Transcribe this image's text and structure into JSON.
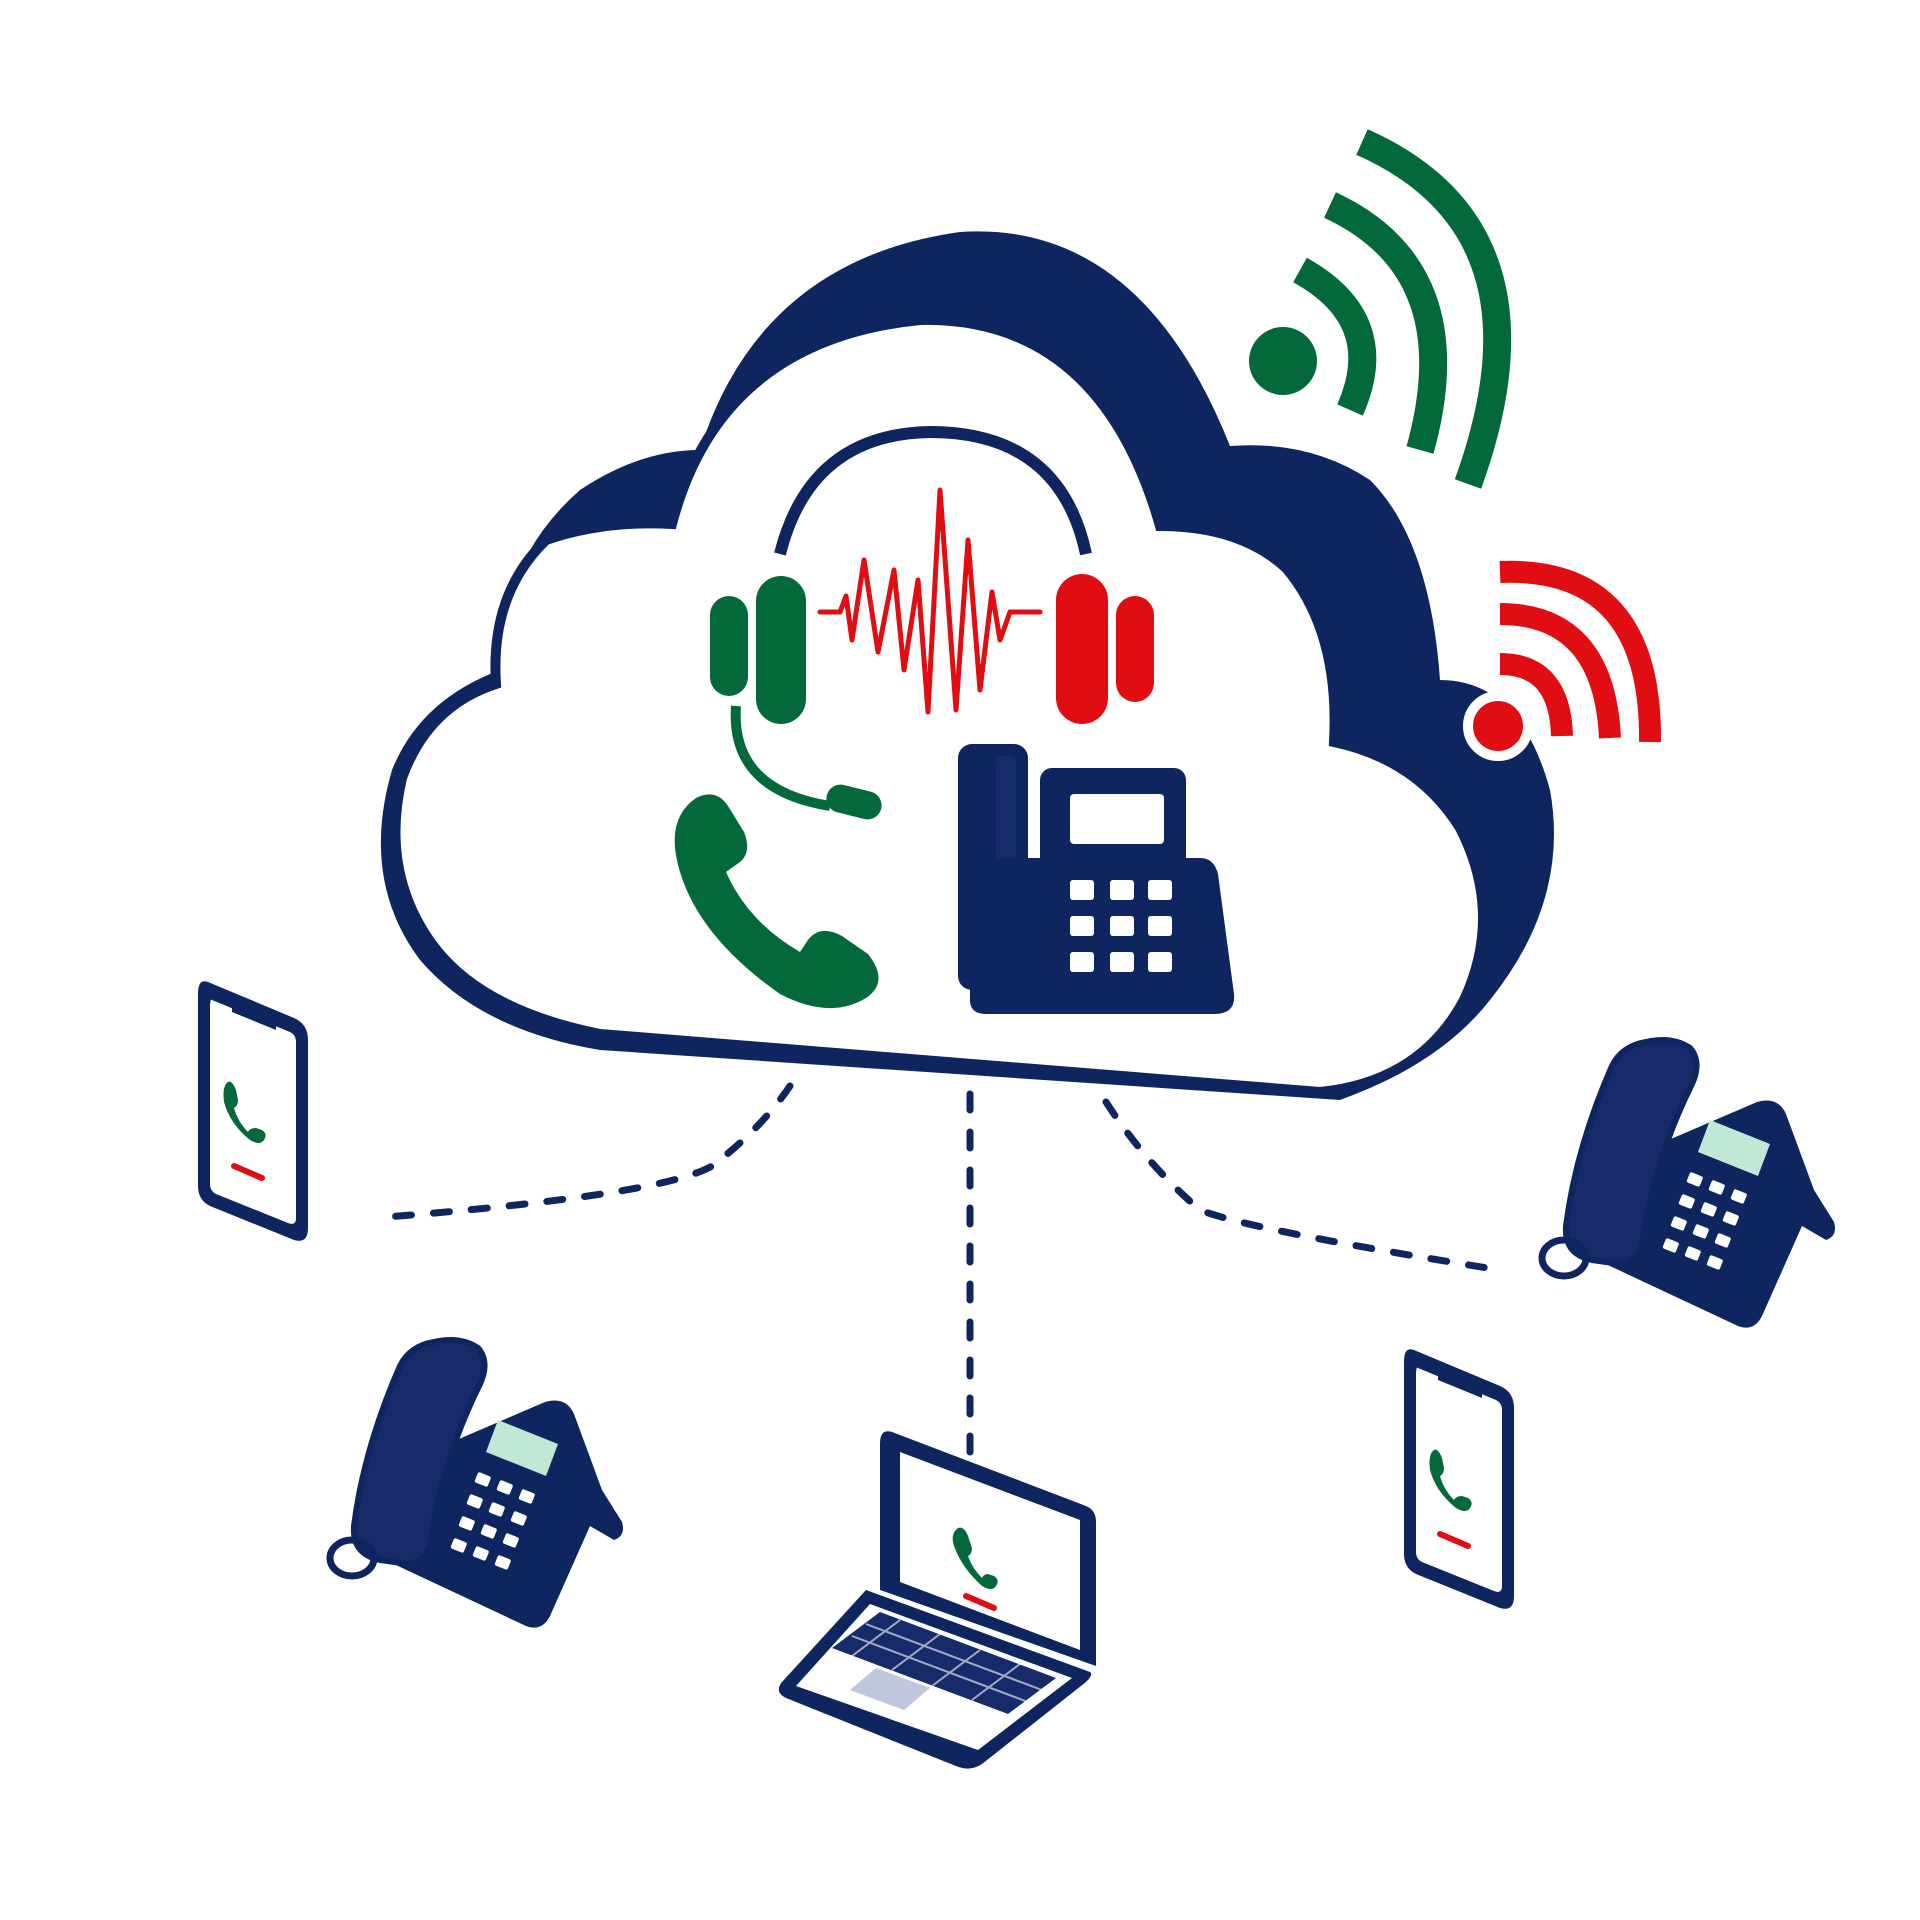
{
  "colors": {
    "navy": "#0f2560",
    "navy_shadow": "#172b6a",
    "green": "#04693a",
    "red": "#e00d12",
    "screen_tint": "#bfe8d6",
    "white": "#ffffff"
  },
  "diagram": {
    "center": {
      "shape": "cloud",
      "icons": [
        "headset-icon",
        "audio-waveform-icon",
        "phone-handset-icon",
        "desk-phone-icon"
      ]
    },
    "signals": [
      {
        "name": "wifi-signal-icon",
        "color": "green",
        "arcs": 3
      },
      {
        "name": "wifi-signal-icon",
        "color": "red",
        "arcs": 3
      }
    ],
    "endpoints": [
      {
        "name": "smartphone-icon",
        "position": "left"
      },
      {
        "name": "desk-phone-icon",
        "position": "lower-left"
      },
      {
        "name": "laptop-icon",
        "position": "bottom"
      },
      {
        "name": "smartphone-icon",
        "position": "lower-right"
      },
      {
        "name": "desk-phone-icon",
        "position": "right"
      }
    ],
    "connections": [
      {
        "from": "cloud",
        "to": "smartphone-left",
        "style": "dashed"
      },
      {
        "from": "cloud",
        "to": "laptop",
        "style": "dashed"
      },
      {
        "from": "cloud",
        "to": "desk-phone-right",
        "style": "dashed"
      }
    ]
  }
}
